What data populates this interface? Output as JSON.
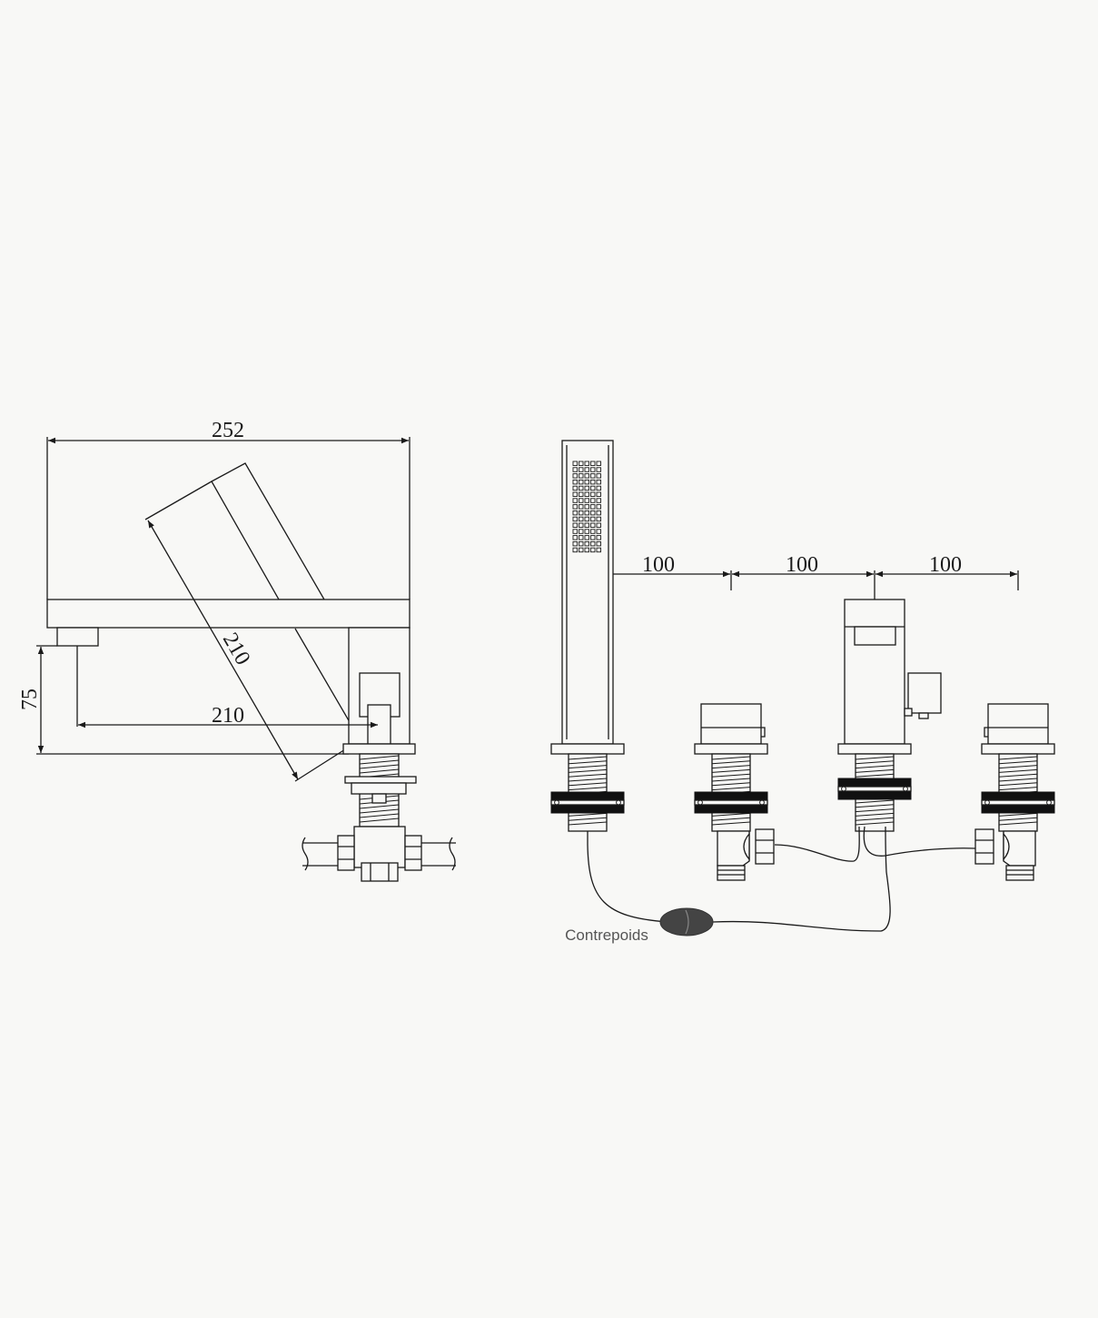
{
  "side_view": {
    "dim_overall_width": "252",
    "dim_height": "75",
    "dim_reach": "210",
    "dim_spout_diagonal": "210"
  },
  "front_view": {
    "dim_spacing_1": "100",
    "dim_spacing_2": "100",
    "dim_spacing_3": "100",
    "label_counterweight": "Contrepoids"
  },
  "colors": {
    "background": "#f8f8f6",
    "line": "#1a1a1a",
    "counterweight": "#444444"
  }
}
